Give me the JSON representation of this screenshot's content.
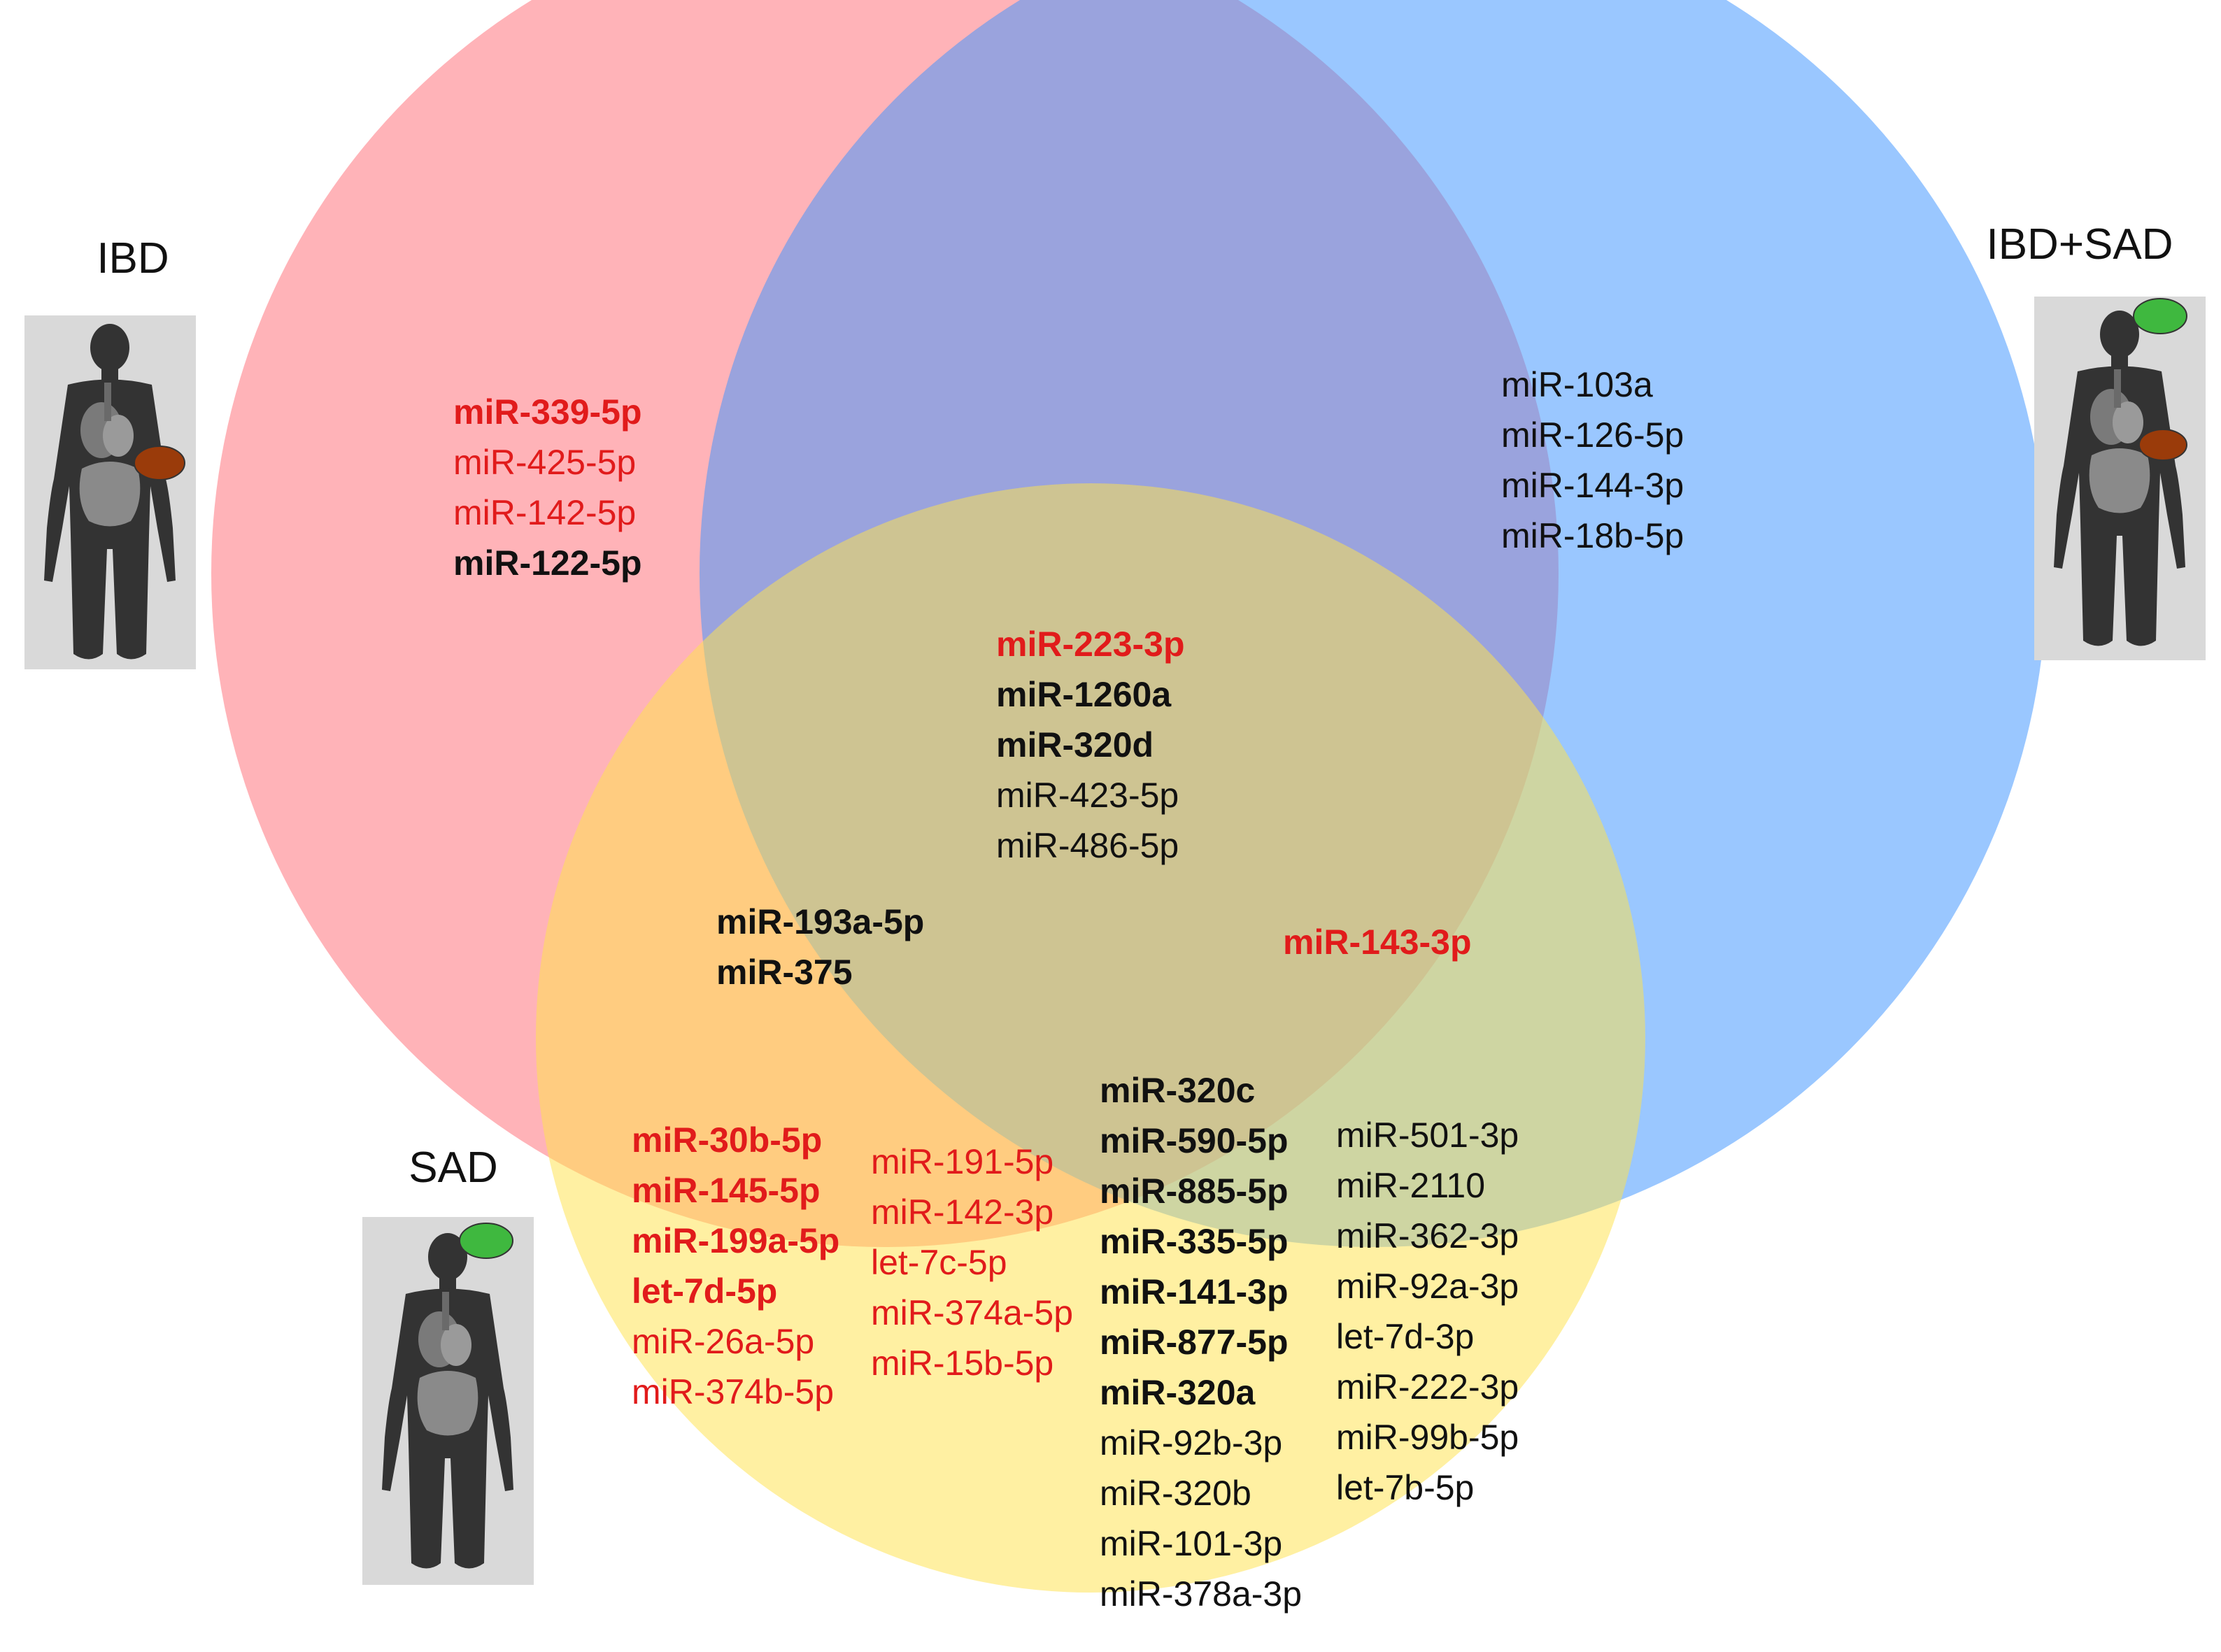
{
  "labels": {
    "ibd": "IBD",
    "ibd_sad": "IBD+SAD",
    "sad": "SAD"
  },
  "colors": {
    "circle_ibd": "#ff7c85",
    "circle_ibd_sad": "#3d94ff",
    "circle_sad": "#ffe24d",
    "text_red": "#e11b1b",
    "text_black": "#111111",
    "organ_gut": "#9a3b0a",
    "organ_brain": "#3fb83f",
    "figure_bg": "#d9d9d9"
  },
  "icons": {
    "ibd": "human-body-gut-icon",
    "ibd_sad": "human-body-brain-gut-icon",
    "sad": "human-body-brain-icon"
  },
  "regions": {
    "ibd_only": [
      {
        "text": "miR-339-5p",
        "bold": true,
        "color": "red"
      },
      {
        "text": "miR-425-5p",
        "bold": false,
        "color": "red"
      },
      {
        "text": "miR-142-5p",
        "bold": false,
        "color": "red"
      },
      {
        "text": "miR-122-5p",
        "bold": true,
        "color": "black"
      }
    ],
    "ibd_sad_only": [
      {
        "text": "miR-103a",
        "bold": false,
        "color": "black"
      },
      {
        "text": "miR-126-5p",
        "bold": false,
        "color": "black"
      },
      {
        "text": "miR-144-3p",
        "bold": false,
        "color": "black"
      },
      {
        "text": "miR-18b-5p",
        "bold": false,
        "color": "black"
      }
    ],
    "center_all": [
      {
        "text": "miR-223-3p",
        "bold": true,
        "color": "red"
      },
      {
        "text": "miR-1260a",
        "bold": true,
        "color": "black"
      },
      {
        "text": "miR-320d",
        "bold": true,
        "color": "black"
      },
      {
        "text": "miR-423-5p",
        "bold": false,
        "color": "black"
      },
      {
        "text": "miR-486-5p",
        "bold": false,
        "color": "black"
      }
    ],
    "ibd_and_sad": [
      {
        "text": "miR-193a-5p",
        "bold": true,
        "color": "black"
      },
      {
        "text": "miR-375",
        "bold": true,
        "color": "black"
      }
    ],
    "ibdsad_and_sad": [
      {
        "text": "miR-143-3p",
        "bold": true,
        "color": "red"
      }
    ],
    "sad_col1": [
      {
        "text": "miR-30b-5p",
        "bold": true,
        "color": "red"
      },
      {
        "text": "miR-145-5p",
        "bold": true,
        "color": "red"
      },
      {
        "text": "miR-199a-5p",
        "bold": true,
        "color": "red"
      },
      {
        "text": "let-7d-5p",
        "bold": true,
        "color": "red"
      },
      {
        "text": "miR-26a-5p",
        "bold": false,
        "color": "red"
      },
      {
        "text": "miR-374b-5p",
        "bold": false,
        "color": "red"
      }
    ],
    "sad_col2": [
      {
        "text": "miR-191-5p",
        "bold": false,
        "color": "red"
      },
      {
        "text": "miR-142-3p",
        "bold": false,
        "color": "red"
      },
      {
        "text": "let-7c-5p",
        "bold": false,
        "color": "red"
      },
      {
        "text": "miR-374a-5p",
        "bold": false,
        "color": "red"
      },
      {
        "text": "miR-15b-5p",
        "bold": false,
        "color": "red"
      }
    ],
    "sad_col3": [
      {
        "text": "miR-320c",
        "bold": true,
        "color": "black"
      },
      {
        "text": "miR-590-5p",
        "bold": true,
        "color": "black"
      },
      {
        "text": "miR-885-5p",
        "bold": true,
        "color": "black"
      },
      {
        "text": "miR-335-5p",
        "bold": true,
        "color": "black"
      },
      {
        "text": "miR-141-3p",
        "bold": true,
        "color": "black"
      },
      {
        "text": "miR-877-5p",
        "bold": true,
        "color": "black"
      },
      {
        "text": "miR-320a",
        "bold": true,
        "color": "black"
      },
      {
        "text": "miR-92b-3p",
        "bold": false,
        "color": "black"
      },
      {
        "text": "miR-320b",
        "bold": false,
        "color": "black"
      },
      {
        "text": "miR-101-3p",
        "bold": false,
        "color": "black"
      },
      {
        "text": "miR-378a-3p",
        "bold": false,
        "color": "black"
      }
    ],
    "sad_col4": [
      {
        "text": "miR-501-3p",
        "bold": false,
        "color": "black"
      },
      {
        "text": "miR-2110",
        "bold": false,
        "color": "black"
      },
      {
        "text": "miR-362-3p",
        "bold": false,
        "color": "black"
      },
      {
        "text": "miR-92a-3p",
        "bold": false,
        "color": "black"
      },
      {
        "text": "let-7d-3p",
        "bold": false,
        "color": "black"
      },
      {
        "text": "miR-222-3p",
        "bold": false,
        "color": "black"
      },
      {
        "text": "miR-99b-5p",
        "bold": false,
        "color": "black"
      },
      {
        "text": "let-7b-5p",
        "bold": false,
        "color": "black"
      }
    ]
  }
}
